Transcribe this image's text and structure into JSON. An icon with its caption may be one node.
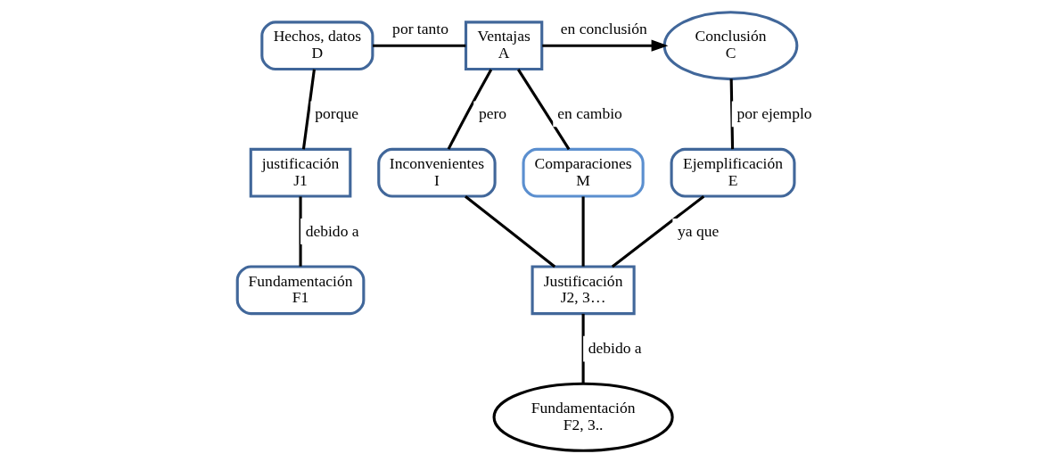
{
  "diagram": {
    "nodes": [
      {
        "text": [
          "Hechos, datos",
          "D"
        ]
      },
      {
        "text": [
          "Ventajas",
          "A"
        ]
      },
      {
        "text": [
          "Conclusión",
          "C"
        ]
      },
      {
        "text": [
          "justificación",
          "J1"
        ]
      },
      {
        "text": [
          "Fundamentación",
          "F1"
        ]
      },
      {
        "text": [
          "Inconvenientes",
          "I"
        ]
      },
      {
        "text": [
          "Comparaciones",
          "M"
        ]
      },
      {
        "text": [
          "Ejemplificación",
          "E"
        ]
      },
      {
        "text": [
          "Justificación",
          "J2, 3…"
        ]
      },
      {
        "text": [
          "Fundamentación",
          "F2, 3.."
        ]
      }
    ],
    "edges": [
      {
        "from": 0,
        "to": 1,
        "arrow": "none",
        "label": "por tanto"
      },
      {
        "from": 1,
        "to": 2,
        "arrow": "to",
        "label": "en conclusión"
      },
      {
        "from": 0,
        "to": 3,
        "arrow": "none",
        "label": "porque"
      },
      {
        "from": 3,
        "to": 4,
        "arrow": "none",
        "label": "debido a"
      },
      {
        "from": 1,
        "to": 5,
        "arrow": "none",
        "label": "pero"
      },
      {
        "from": 1,
        "to": 6,
        "arrow": "none",
        "label": "en cambio"
      },
      {
        "from": 2,
        "to": 7,
        "arrow": "none",
        "label": "por ejemplo"
      },
      {
        "from": 5,
        "to": 8,
        "arrow": "none"
      },
      {
        "from": 6,
        "to": 8,
        "arrow": "none"
      },
      {
        "from": 7,
        "to": 8,
        "arrow": "none",
        "label": "ya que"
      },
      {
        "from": 8,
        "to": 9,
        "arrow": "none",
        "label": "debido a"
      }
    ]
  }
}
